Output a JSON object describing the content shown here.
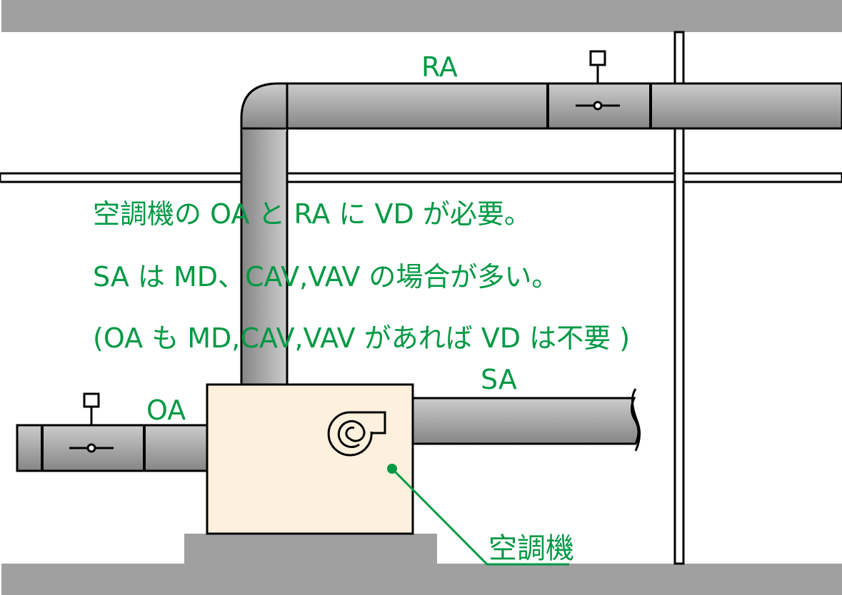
{
  "labels": {
    "ra": "RA",
    "oa": "OA",
    "sa": "SA",
    "ahu": "空調機"
  },
  "notes": [
    "空調機の OA と RA に VD が必要。",
    "SA は MD、CAV,VAV の場合が多い。",
    "(OA も MD,CAV,VAV があれば VD は不要 )"
  ],
  "colors": {
    "text": "#009944",
    "slab": "#a0a0a0",
    "ahu_fill": "#fdf0dc",
    "duct_light": "#cccccc",
    "duct_dark": "#858585"
  }
}
